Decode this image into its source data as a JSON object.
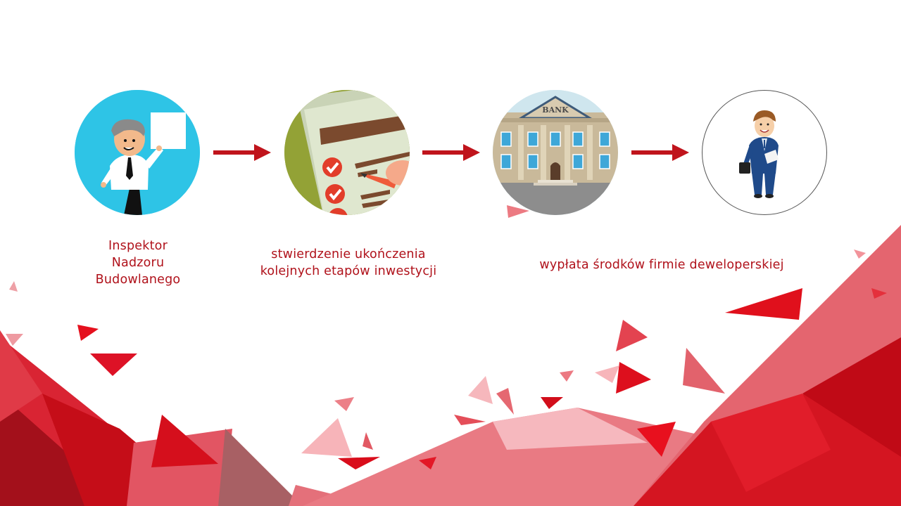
{
  "diagram": {
    "type": "process-flow",
    "accent_color": "#c0141c",
    "text_color": "#b0121b",
    "steps": [
      {
        "id": "inspector",
        "icon": "inspector-with-document-icon",
        "label_lines": [
          "Inspektor",
          "Nadzoru",
          "Budowlanego"
        ]
      },
      {
        "id": "checklist",
        "icon": "checklist-approval-icon",
        "label_lines": [
          "stwierdzenie ukończenia",
          "kolejnych etapów inwestycji"
        ]
      },
      {
        "id": "bank",
        "icon": "bank-building-icon",
        "bank_sign": "BANK",
        "label_lines": [
          "wypłata środków firmie deweloperskiej"
        ]
      },
      {
        "id": "developer",
        "icon": "businessman-with-briefcase-icon",
        "label_lines": []
      }
    ],
    "arrows": [
      {
        "from": "inspector",
        "to": "checklist"
      },
      {
        "from": "checklist",
        "to": "bank"
      },
      {
        "from": "bank",
        "to": "developer"
      }
    ]
  }
}
